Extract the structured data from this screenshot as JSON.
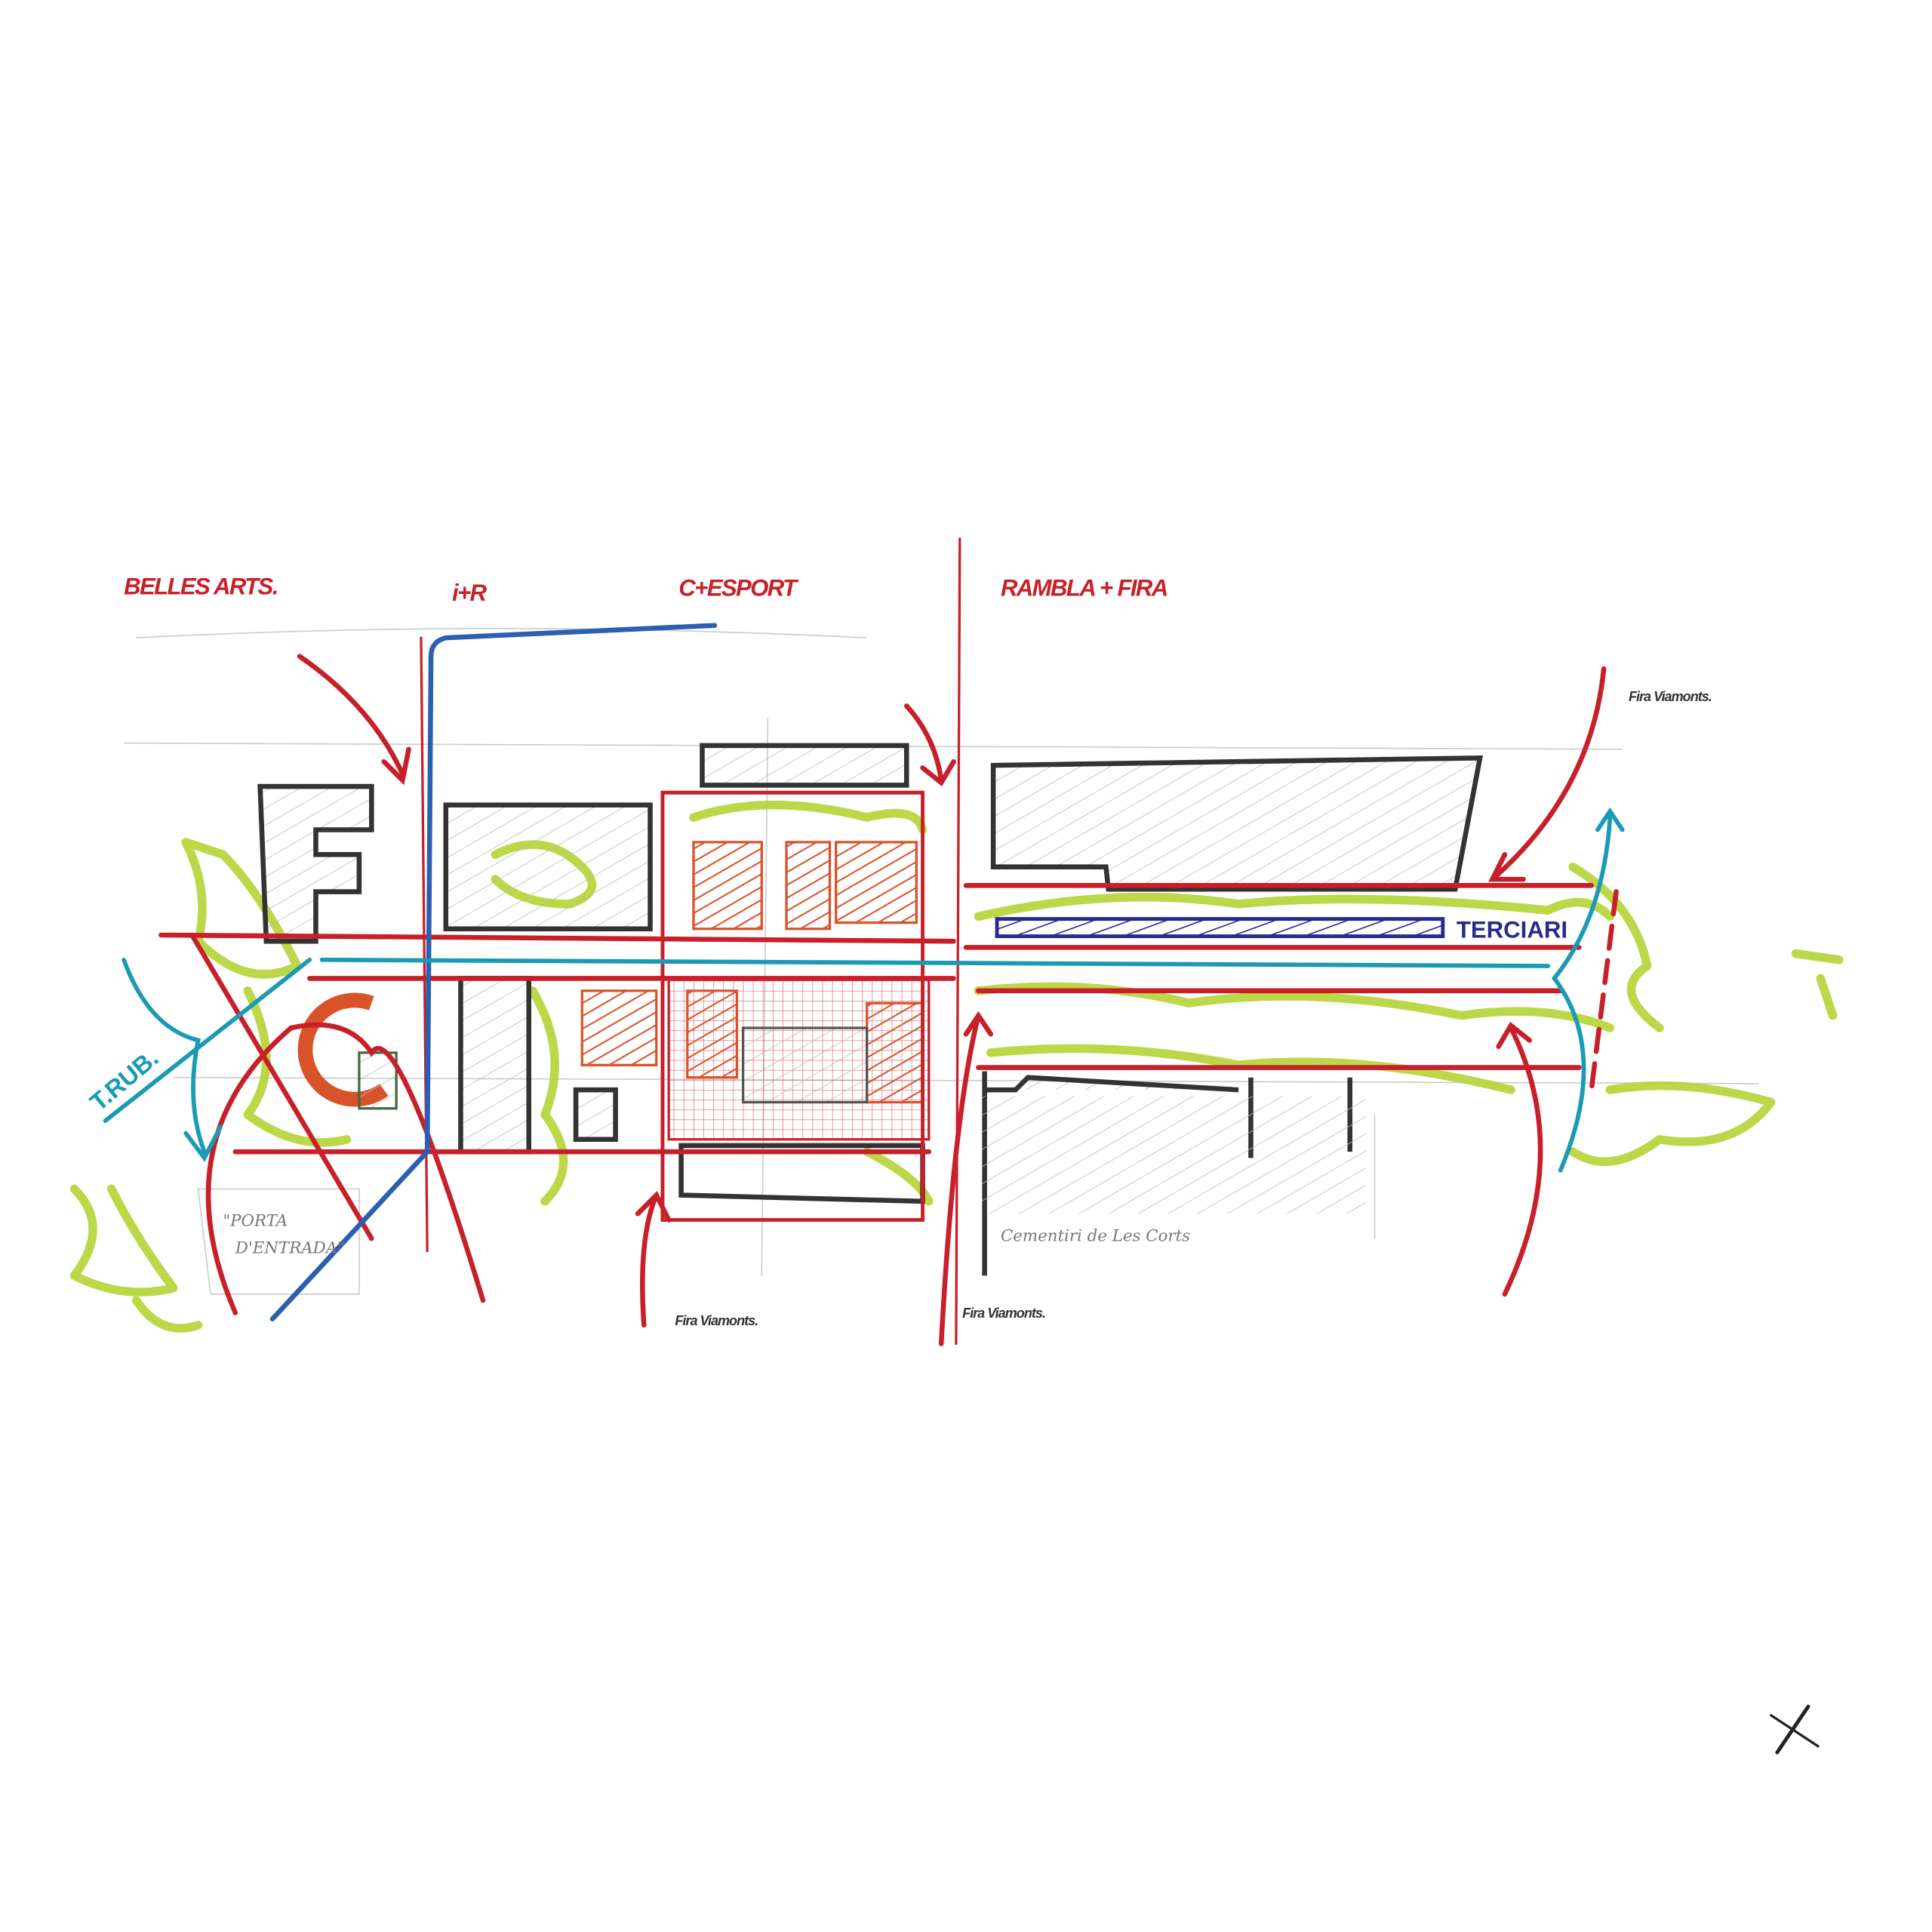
{
  "sketch": {
    "zone_labels": [
      "BELLES ARTS.",
      "i+R",
      "C+ESPORT",
      "RAMBLA + FIRA"
    ],
    "street_labels": [
      "Fira Viamonts.",
      "Fira Viamonts.",
      "Fira Viamonts."
    ],
    "tertiary_label": "TERCIARI",
    "rub_label": "T.RUB.",
    "gate_label": [
      "\"PORTA",
      "D'ENTRADA\""
    ],
    "cemetery_label": "Cementiri de Les Corts",
    "colors": {
      "red": "#c8202a",
      "green": "#b5d334",
      "blue": "#2b5fb0",
      "cyan": "#1a9ab5",
      "navy": "#2a2a8a",
      "orange": "#d9532a",
      "black": "#333333",
      "pencil": "#bbbbbb"
    }
  }
}
